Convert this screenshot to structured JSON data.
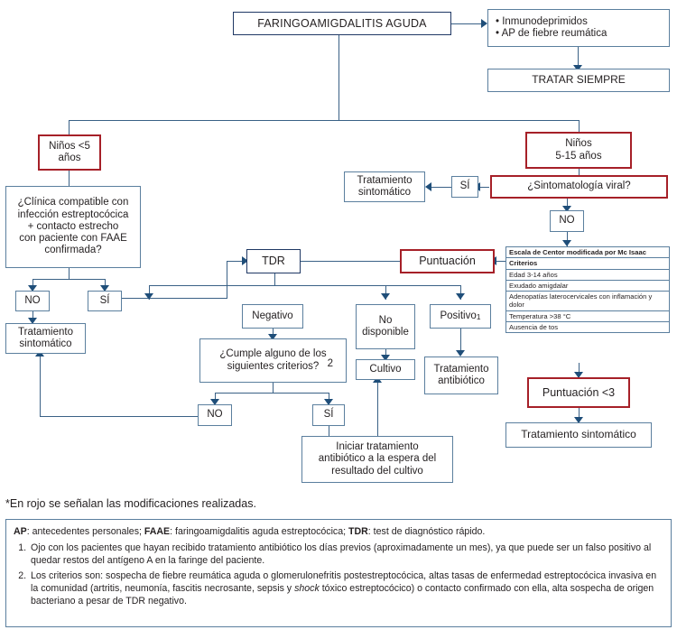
{
  "diagram": {
    "title_box": "FARINGOAMIGDALITIS AGUDA",
    "risk_box": "• Inmunodeprimidos\n• AP de fiebre reumática",
    "tratar_siempre": "TRATAR SIEMPRE",
    "ninos_menor5": "Niños <5\naños",
    "clinica_compatible": "¿Clínica compatible con\ninfección estreptocócica\n+ contacto estrecho\ncon paciente con FAAE\nconfirmada?",
    "no_left": "NO",
    "si_left": "SÍ",
    "tratamiento_sintomatico_left": "Tratamiento\nsintomático",
    "ninos_5_15": "Niños\n5-15 años",
    "sintomatologia_viral": "¿Sintomatología viral?",
    "si_viral": "SÍ",
    "tratamiento_sintomatico_viral": "Tratamiento\nsintomático",
    "no_viral": "NO",
    "tdr": "TDR",
    "puntuacion": "Puntuación",
    "negativo": "Negativo",
    "no_disponible": "No\ndisponible",
    "positivo": "Positivo",
    "positivo_sup": "1",
    "criterios_question": "¿Cumple alguno de los\nsiguientes criterios?",
    "criterios_question_sup": "2",
    "cultivo": "Cultivo",
    "tratamiento_antibiotico": "Tratamiento\nantibiótico",
    "no_criterios": "NO",
    "si_criterios": "SÍ",
    "iniciar_tratamiento": "Iniciar tratamiento\nantibiótico a la espera del\nresultado del cultivo",
    "puntuacion_menor3": "Puntuación <3",
    "tratamiento_sintomatico_final": "Tratamiento sintomático"
  },
  "centor": {
    "title": "Escala de Centor modificada por Mc Isaac",
    "subtitle": "Criterios",
    "criteria": [
      "Edad 3-14 años",
      "Exudado amigdalar",
      "Adenopatías laterocervicales con inflamación y dolor",
      "Temperatura >38 °C",
      "Ausencia de tos"
    ]
  },
  "notes": {
    "star": "*En rojo se señalan las modificaciones realizadas.",
    "definitions_html": "<b>AP</b>: antecedentes personales; <b>FAAE</b>: faringoamigdalitis aguda estreptocócica; <b>TDR</b>: test de diagnóstico rápido.",
    "items_html": [
      "Ojo con los pacientes que hayan recibido tratamiento antibiótico los días previos (aproximadamente un mes), ya que puede ser un falso positivo al quedar restos del antígeno A en la faringe del paciente.",
      "Los criterios son: sospecha de fiebre reumática aguda o glomerulonefritis postestreptocócica, altas tasas de enfermedad estreptocócica invasiva en la comunidad (artritis, neumonía, fascitis necrosante, sepsis y <i>shock</i> tóxico estreptocócico) o contacto confirmado con ella, alta sospecha de origen bacteriano a pesar de TDR negativo."
    ]
  },
  "colors": {
    "red_accent": "#a62028",
    "blue_border": "#5b7f9e",
    "navy_border": "#1f3864",
    "connector": "#3a6186",
    "arrow": "#1f4e79",
    "text": "#231f20"
  }
}
